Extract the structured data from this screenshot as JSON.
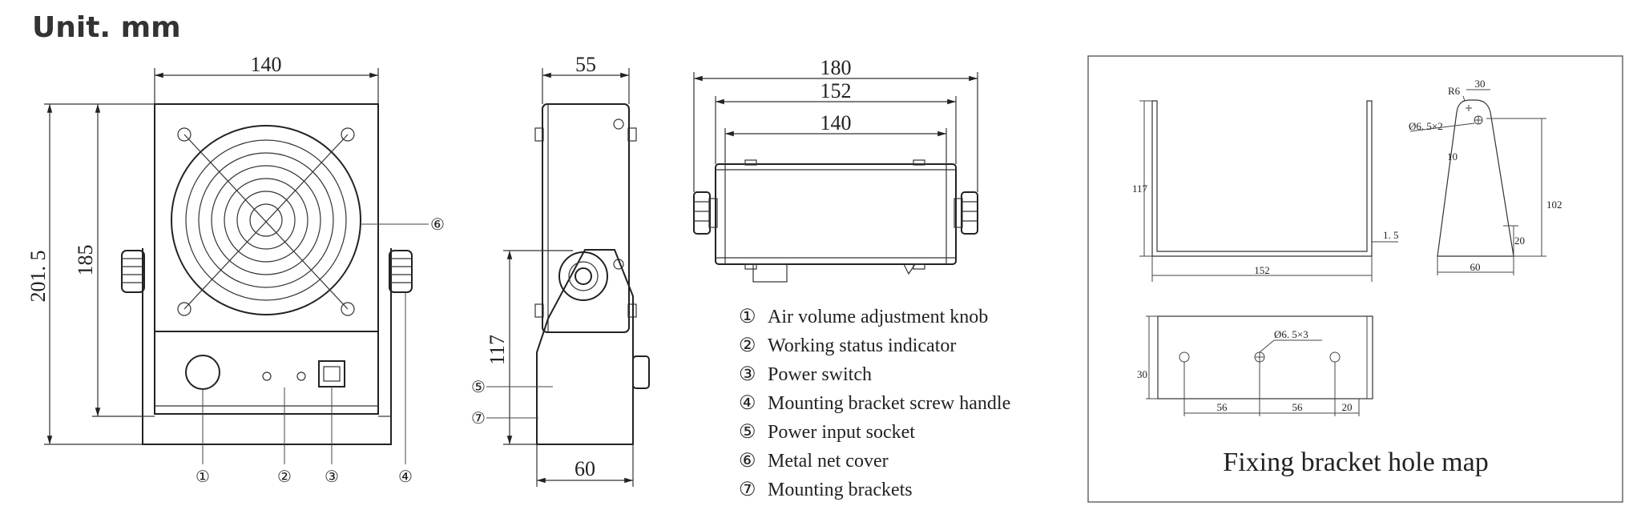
{
  "title": "Unit. mm",
  "front_view": {
    "width": "140",
    "height_total": "201. 5",
    "height_inner": "185"
  },
  "side_view": {
    "depth": "55",
    "base": "60",
    "axis_height": "117"
  },
  "top_view": {
    "overall": "180",
    "bracket": "152",
    "body": "140"
  },
  "callouts": [
    "①",
    "②",
    "③",
    "④",
    "⑤",
    "⑥",
    "⑦"
  ],
  "legend": [
    {
      "num": "①",
      "label": "Air volume adjustment knob"
    },
    {
      "num": "②",
      "label": "Working status indicator"
    },
    {
      "num": "③",
      "label": "Power switch"
    },
    {
      "num": "④",
      "label": "Mounting bracket screw handle"
    },
    {
      "num": "⑤",
      "label": "Power input socket"
    },
    {
      "num": "⑥",
      "label": "Metal net cover"
    },
    {
      "num": "⑦",
      "label": "Mounting brackets"
    }
  ],
  "bracket_map": {
    "caption": "Fixing bracket hole map",
    "u_height": "117",
    "u_width": "152",
    "thickness": "1. 5",
    "radius": "R6",
    "top_width": "30",
    "holes_2": "Ø6. 5×2",
    "ten": "10",
    "side_height": "102",
    "bottom_width": "60",
    "twenty": "20",
    "holes_3": "Ø6. 5×3",
    "plate_height": "30",
    "spacing_1": "56",
    "spacing_2": "56",
    "edge": "20"
  }
}
